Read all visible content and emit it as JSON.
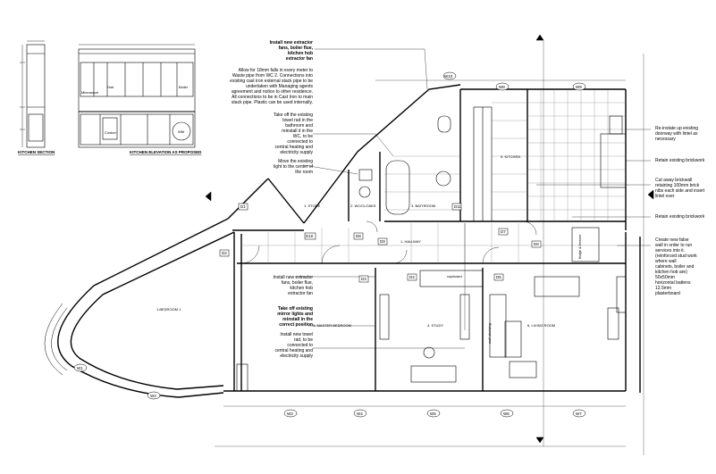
{
  "kitchen_section_title": "KITCHEN SECTION",
  "kitchen_elevation_title": "KITCHEN ELEVATION AS PROPOSED",
  "elevation_labels": {
    "hob": "Hob",
    "boiler": "Boiler",
    "microwave": "Microwave",
    "cooker": "Cooker",
    "wm": "WM"
  },
  "notes_left": [
    {
      "lines": [
        "Install new extractor",
        "fans, boiler flue,",
        "kitchen hob",
        "extractor fan"
      ],
      "bold": true
    },
    {
      "lines": [
        "Allow for 18mm falls in every meter to",
        "Waste pipe from WC 2. Connections into",
        "existing cast iron external stack pipe to be",
        "undertaken with Managing agents",
        "agreement and notice to other residence.",
        "All connections to be in Cast Iron to main",
        "stack pipe. Plastic can be used internally."
      ],
      "bold": false
    },
    {
      "lines": [
        "Take off the existing",
        "towel rad in the",
        "bathroom and",
        "reinstall it in the",
        "WC, to be",
        "connected to",
        "central heating and",
        "electricity supply"
      ],
      "bold": false
    },
    {
      "lines": [
        "Move the existing",
        "light to the center of",
        "the room"
      ],
      "bold": false
    },
    {
      "lines": [
        "Install new extractor",
        "fans, boiler flue,",
        "kitchen hob",
        "extractor fan"
      ],
      "bold": false
    },
    {
      "lines": [
        "Take off existing",
        "mirror lights and",
        "reinstall in the",
        "correct position"
      ],
      "bold": true
    },
    {
      "lines": [
        "Install new towel",
        "rad, to be",
        "connected to",
        "central heating and",
        "electricity supply"
      ],
      "bold": false
    }
  ],
  "notes_right": [
    {
      "lines": [
        "Re-instate up existing",
        "doorway with lintel as",
        "necessary"
      ]
    },
    {
      "lines": [
        "Retain existing brickwork"
      ]
    },
    {
      "lines": [
        "Cut away brickwall",
        "retaining 100mm brick",
        "nibs each side and insert",
        "lintel over"
      ]
    },
    {
      "lines": [
        "Retain existing brickwork"
      ]
    },
    {
      "lines": [
        "Create new false",
        "wall in order to run",
        "services into it.",
        "(reinforced stud work",
        "where wall",
        "cabinets, boiler and",
        "kitchen hob are)",
        "50x50mm",
        "horizontal battens",
        "12.5mm",
        "plasterboard"
      ]
    }
  ],
  "rooms": {
    "bedroom_1": "1.BEDROOM 1",
    "master_bedroom": "3. MASTER BEDROOM",
    "study": "4. STUDY",
    "living_room": "6. LIVING ROOM",
    "kitchen": "5. KITCHEN",
    "bathroom": "3. BATHROOM",
    "wc": "2. WC/CLOAKS",
    "store": "1. STORE",
    "hallway": "1. HALLWAY"
  },
  "windows": [
    "W1",
    "W2",
    "W3",
    "W4",
    "W5",
    "W6",
    "W7",
    "W8",
    "W9",
    "W10"
  ],
  "doors": [
    "D1",
    "D2",
    "D3",
    "D4",
    "D5",
    "D6",
    "D7",
    "D8",
    "D9",
    "D10",
    "D11"
  ],
  "furniture": {
    "cupboard": "cupboard",
    "wall_shelving": "wall shelving",
    "fridge_freezer": "fridge & freezer"
  }
}
